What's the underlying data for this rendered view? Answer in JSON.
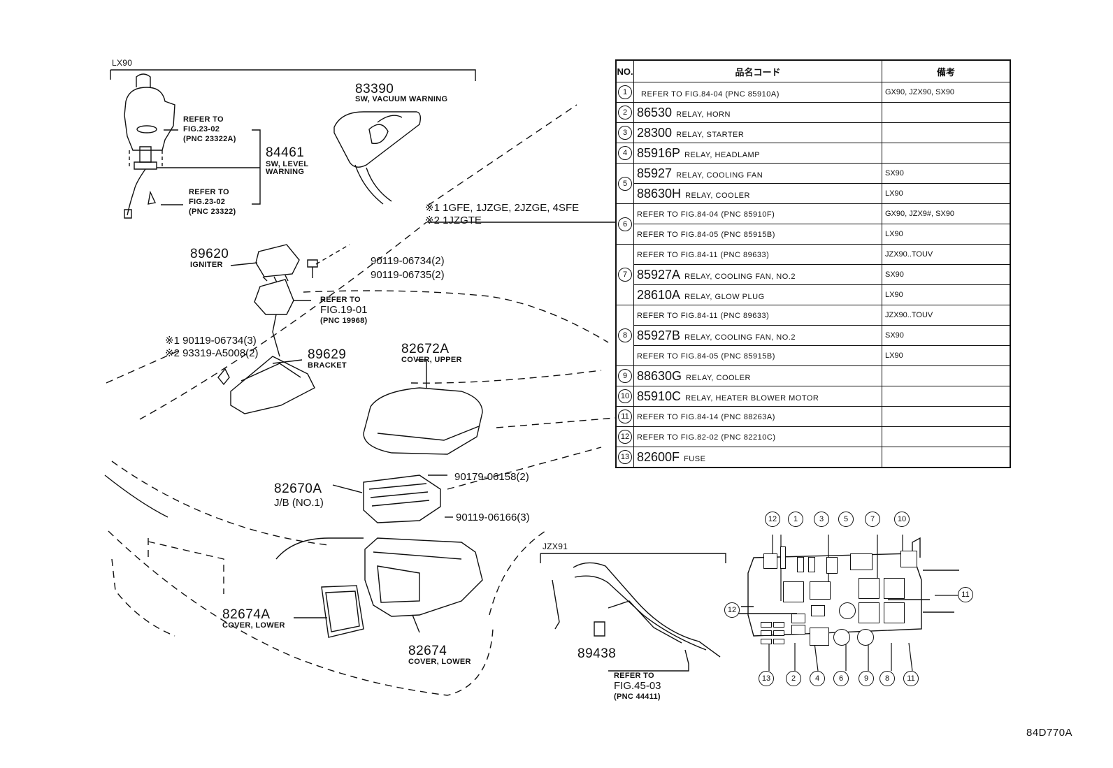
{
  "diagram": {
    "figure_id": "84D770A",
    "groups": {
      "lx90": "LX90",
      "jzx91": "JZX91"
    },
    "legend_notes": {
      "note1": "※1 1GFE, 1JZGE, 2JZGE, 4SFE",
      "note2": "※2 1JZGTE"
    },
    "labels": [
      {
        "id": "p83390",
        "num": "83390",
        "name": "SW, VACUUM WARNING"
      },
      {
        "id": "p84461",
        "num": "84461",
        "name": "SW, LEVEL WARNING"
      },
      {
        "id": "p89620",
        "num": "89620",
        "name": "IGNITER"
      },
      {
        "id": "p89629",
        "num": "89629",
        "name": "BRACKET"
      },
      {
        "id": "p82672a",
        "num": "82672A",
        "name": "COVER, UPPER"
      },
      {
        "id": "p82670a",
        "num": "82670A",
        "name": "J/B (NO.1)"
      },
      {
        "id": "p82674a",
        "num": "82674A",
        "name": "COVER, LOWER"
      },
      {
        "id": "p82674",
        "num": "82674",
        "name": "COVER, LOWER"
      },
      {
        "id": "p89438",
        "num": "89438",
        "name": ""
      }
    ],
    "fasteners": {
      "f1": "90119-06734(2)",
      "f2": "90119-06735(2)",
      "f3": "※1 90119-06734(3)",
      "f4": "※2 93319-A5008(2)",
      "f5": "90179-06158(2)",
      "f6": "90119-06166(3)"
    },
    "refs": {
      "r1": [
        "REFER TO",
        "FIG.23-02",
        "(PNC 23322A)"
      ],
      "r2": [
        "REFER TO",
        "FIG.23-02",
        "(PNC 23322)"
      ],
      "r3": [
        "REFER TO",
        "FIG.19-01",
        "(PNC 19968)"
      ],
      "r4": [
        "REFER TO",
        "FIG.45-03",
        "(PNC 44411)"
      ]
    },
    "table": {
      "headers": {
        "no": "NO.",
        "code": "品名コード",
        "remark": "備考"
      },
      "rows": [
        {
          "no": "1",
          "code": "",
          "desc": "REFER TO FIG.84-04 (PNC 85910A)",
          "remark": "GX90, JZX90, SX90"
        },
        {
          "no": "2",
          "code": "86530",
          "desc": "RELAY, HORN",
          "remark": ""
        },
        {
          "no": "3",
          "code": "28300",
          "desc": "RELAY, STARTER",
          "remark": ""
        },
        {
          "no": "4",
          "code": "85916P",
          "desc": "RELAY, HEADLAMP",
          "remark": ""
        },
        {
          "no": "5",
          "code": "85927",
          "desc": "RELAY, COOLING FAN",
          "remark": "SX90"
        },
        {
          "no": "",
          "code": "88630H",
          "desc": "RELAY, COOLER",
          "remark": "LX90"
        },
        {
          "no": "6",
          "code": "",
          "desc": "REFER TO FIG.84-04 (PNC 85910F)",
          "remark": "GX90, JZX9#, SX90"
        },
        {
          "no": "",
          "code": "",
          "desc": "REFER TO FIG.84-05 (PNC 85915B)",
          "remark": "LX90"
        },
        {
          "no": "7",
          "code": "",
          "desc": "REFER TO FIG.84-11 (PNC 89633)",
          "remark": "JZX90..TOUV"
        },
        {
          "no": "",
          "code": "85927A",
          "desc": "RELAY, COOLING FAN, NO.2",
          "remark": "SX90"
        },
        {
          "no": "",
          "code": "28610A",
          "desc": "RELAY, GLOW PLUG",
          "remark": "LX90"
        },
        {
          "no": "8",
          "code": "",
          "desc": "REFER TO FIG.84-11 (PNC 89633)",
          "remark": "JZX90..TOUV"
        },
        {
          "no": "",
          "code": "85927B",
          "desc": "RELAY, COOLING FAN, NO.2",
          "remark": "SX90"
        },
        {
          "no": "",
          "code": "",
          "desc": "REFER TO FIG.84-05 (PNC 85915B)",
          "remark": "LX90"
        },
        {
          "no": "9",
          "code": "88630G",
          "desc": "RELAY, COOLER",
          "remark": ""
        },
        {
          "no": "10",
          "code": "85910C",
          "desc": "RELAY, HEATER BLOWER MOTOR",
          "remark": ""
        },
        {
          "no": "11",
          "code": "",
          "desc": "REFER TO FIG.84-14 (PNC 88263A)",
          "remark": ""
        },
        {
          "no": "12",
          "code": "",
          "desc": "REFER TO FIG.82-02 (PNC 82210C)",
          "remark": ""
        },
        {
          "no": "13",
          "code": "82600F",
          "desc": "FUSE",
          "remark": ""
        }
      ]
    },
    "layout_numbers": [
      "12",
      "1",
      "3",
      "5",
      "7",
      "10",
      "11",
      "12",
      "13",
      "2",
      "4",
      "6",
      "9",
      "8",
      "11"
    ]
  }
}
